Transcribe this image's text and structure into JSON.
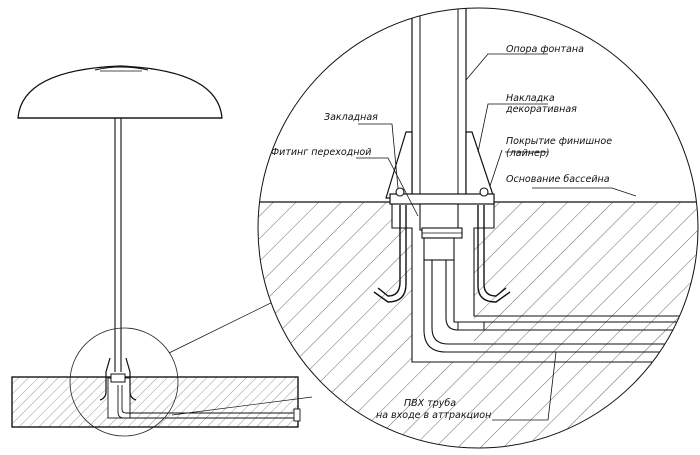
{
  "labels": {
    "fountain_support": "Опора фонтана",
    "decorative_cover_1": "Накладка",
    "decorative_cover_2": "декоративная",
    "embedded_part": "Закладная",
    "transition_fitting": "Фитинг переходной",
    "finish_coating_1": "Покрытие финишное",
    "finish_coating_2": "(лайнер)",
    "pool_base": "Основание бассейна",
    "pvc_pipe_1": "ПВХ труба",
    "pvc_pipe_2": "на входе в аттракцион"
  }
}
